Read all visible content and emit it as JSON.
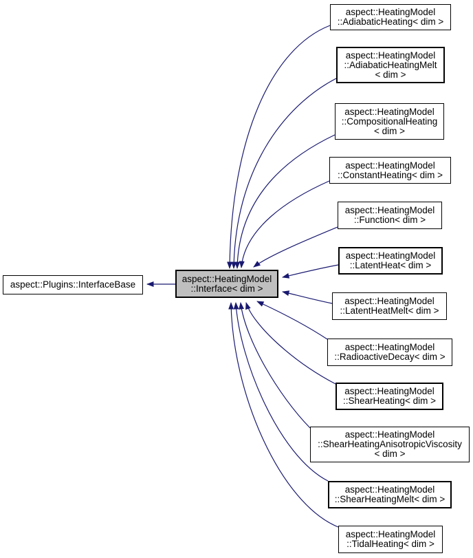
{
  "colors": {
    "edge": "#191970",
    "node_border": "#000000",
    "node_fill": "#ffffff",
    "selected_node_fill": "#bfbfbf",
    "text": "#000000",
    "background": "#ffffff"
  },
  "graph": {
    "base_class": {
      "label": "aspect::Plugins::InterfaceBase"
    },
    "current_class": {
      "lines": [
        "aspect::HeatingModel",
        "::Interface< dim >"
      ]
    },
    "derived_classes": [
      {
        "lines": [
          "aspect::HeatingModel",
          "::AdiabaticHeating< dim >"
        ]
      },
      {
        "lines": [
          "aspect::HeatingModel",
          "::AdiabaticHeatingMelt",
          "< dim >"
        ]
      },
      {
        "lines": [
          "aspect::HeatingModel",
          "::CompositionalHeating",
          "< dim >"
        ]
      },
      {
        "lines": [
          "aspect::HeatingModel",
          "::ConstantHeating< dim >"
        ]
      },
      {
        "lines": [
          "aspect::HeatingModel",
          "::Function< dim >"
        ]
      },
      {
        "lines": [
          "aspect::HeatingModel",
          "::LatentHeat< dim >"
        ]
      },
      {
        "lines": [
          "aspect::HeatingModel",
          "::LatentHeatMelt< dim >"
        ]
      },
      {
        "lines": [
          "aspect::HeatingModel",
          "::RadioactiveDecay< dim >"
        ]
      },
      {
        "lines": [
          "aspect::HeatingModel",
          "::ShearHeating< dim >"
        ]
      },
      {
        "lines": [
          "aspect::HeatingModel",
          "::ShearHeatingAnisotropicViscosity",
          "< dim >"
        ]
      },
      {
        "lines": [
          "aspect::HeatingModel",
          "::ShearHeatingMelt< dim >"
        ]
      },
      {
        "lines": [
          "aspect::HeatingModel",
          "::TidalHeating< dim >"
        ]
      }
    ]
  }
}
